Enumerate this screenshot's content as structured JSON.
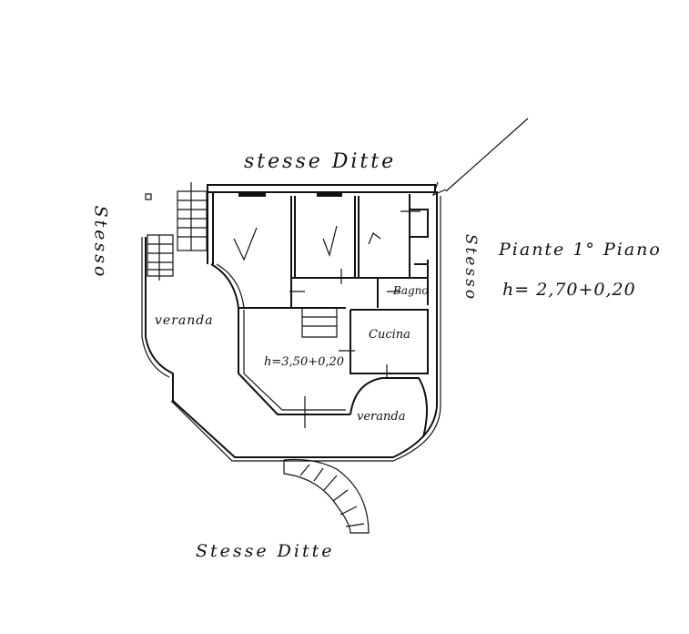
{
  "labels": {
    "top_neighbor": "stesse Ditte",
    "bottom_neighbor": "Stesse Ditte",
    "left_neighbor": "Stesso",
    "right_neighbor": "Stesso",
    "plan_title": "Piante 1° Piano",
    "plan_height": "h= 2,70+0,20",
    "veranda_left": "veranda",
    "veranda_right": "veranda",
    "bathroom": "Bagno",
    "kitchen": "Cucina",
    "living_height": "h=3,50+0,20"
  },
  "colors": {
    "ink": "#111111",
    "paper": "#ffffff"
  }
}
